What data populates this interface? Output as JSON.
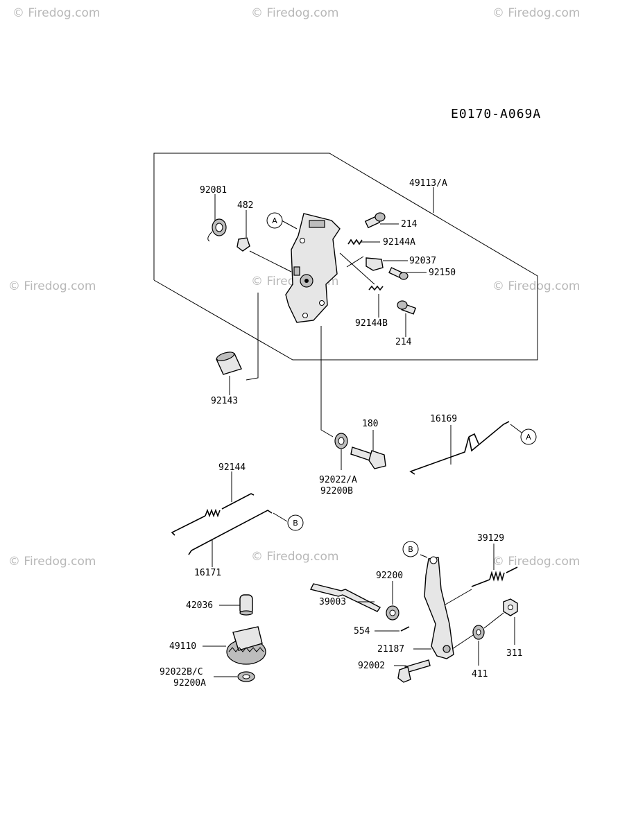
{
  "diagram_code": "E0170-A069A",
  "watermarks": [
    "© Firedog.com",
    "© Firedog.com",
    "© Firedog.com",
    "© Firedog.com",
    "© Firedog.com",
    "© Firedog.com",
    "© Firedog.com",
    "© Firedog.com",
    "© Firedog.com"
  ],
  "part_labels": {
    "p49113A": "49113/A",
    "p92081": "92081",
    "p482": "482",
    "p214a": "214",
    "p92144A": "92144A",
    "p92037": "92037",
    "p92150": "92150",
    "p92144B": "92144B",
    "p214b": "214",
    "p92143": "92143",
    "p180": "180",
    "p92022A": "92022/A",
    "p92200B": "92200B",
    "p16169": "16169",
    "p92144": "92144",
    "p16171": "16171",
    "p39129": "39129",
    "p92200": "92200",
    "p39003": "39003",
    "p42036": "42036",
    "p554": "554",
    "p49110": "49110",
    "p21187": "21187",
    "p92002": "92002",
    "p411": "411",
    "p311": "311",
    "p92022BC": "92022B/C",
    "p92200A": "92200A"
  },
  "reference_markers": {
    "a1": "A",
    "a2": "A",
    "b1": "B",
    "b2": "B"
  }
}
